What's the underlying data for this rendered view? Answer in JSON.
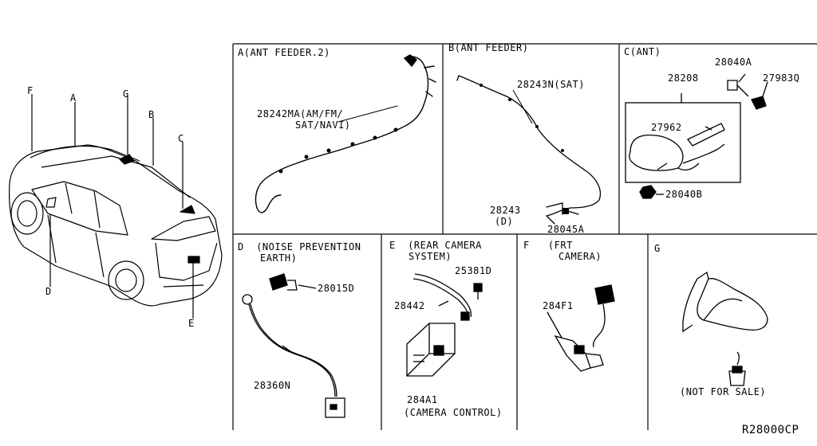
{
  "vehicle_callouts": [
    "F",
    "A",
    "G",
    "B",
    "C",
    "D",
    "E"
  ],
  "panels": {
    "A": {
      "letter": "A",
      "title": "(ANT FEEDER.2)",
      "part": "28242MA(AM/FM/",
      "part_line2": "SAT/NAVI)"
    },
    "B": {
      "letter": "B",
      "title": "(ANT FEEDER)",
      "part_sat": "28243N(SAT)",
      "part_d": "28243",
      "part_d2": "(D)",
      "part_clip": "28045A"
    },
    "C": {
      "letter": "C",
      "title": "(ANT)",
      "p_28208": "28208",
      "p_28040A": "28040A",
      "p_27983Q": "27983Q",
      "p_27962": "27962",
      "p_28040B": "28040B"
    },
    "D": {
      "letter": "D",
      "title": "(NOISE PREVENTION",
      "title2": "EARTH)",
      "p_28015D": "28015D",
      "p_28360N": "28360N"
    },
    "E": {
      "letter": "E",
      "title": "(REAR CAMERA",
      "title2": "SYSTEM)",
      "p_25381D": "25381D",
      "p_28442": "28442",
      "p_284A1": "284A1",
      "p_ctrl": "(CAMERA CONTROL)"
    },
    "F": {
      "letter": "F",
      "title": "(FRT",
      "title2": "CAMERA)",
      "p_284F1": "284F1"
    },
    "G": {
      "letter": "G",
      "note": "(NOT FOR SALE)"
    }
  },
  "diagram_code": "R28000CP"
}
